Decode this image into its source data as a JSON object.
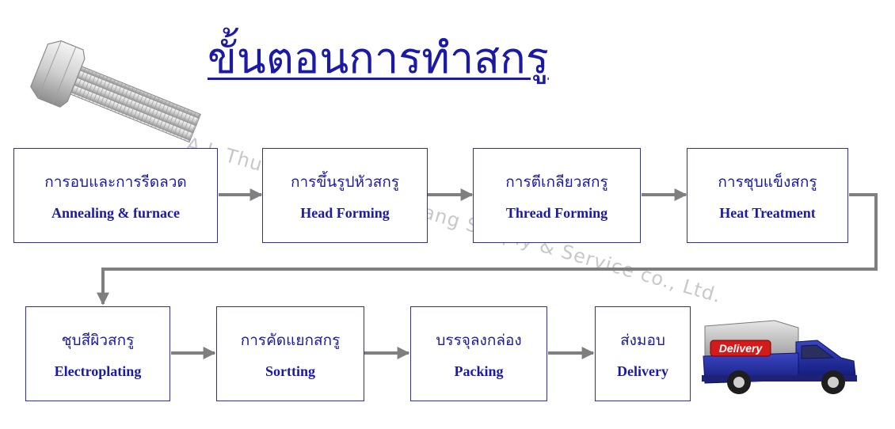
{
  "title": "ขั้นตอนการทำสกรู",
  "watermark": "A.J. Thungnarin Charussang Supply & Service co., Ltd.",
  "truck_label": "Delivery",
  "colors": {
    "text": "#1a1aa6",
    "border": "#2b2fa0",
    "arrow": "#7f7f7f",
    "truck_body": "#1f2aa8",
    "truck_label_bg": "#d21c1c"
  },
  "steps": [
    {
      "th": "การอบและการรีดลวด",
      "en": "Annealing & furnace"
    },
    {
      "th": "การขึ้นรูปหัวสกรู",
      "en": "Head Forming"
    },
    {
      "th": "การตีเกลียวสกรู",
      "en": "Thread Forming"
    },
    {
      "th": "การชุบแข็งสกรู",
      "en": "Heat Treatment"
    },
    {
      "th": "ชุบสีผิวสกรู",
      "en": "Electroplating"
    },
    {
      "th": "การคัดแยกสกรู",
      "en": "Sortting"
    },
    {
      "th": "บรรจุลงกล่อง",
      "en": "Packing"
    },
    {
      "th": "ส่งมอบ",
      "en": "Delivery"
    }
  ]
}
